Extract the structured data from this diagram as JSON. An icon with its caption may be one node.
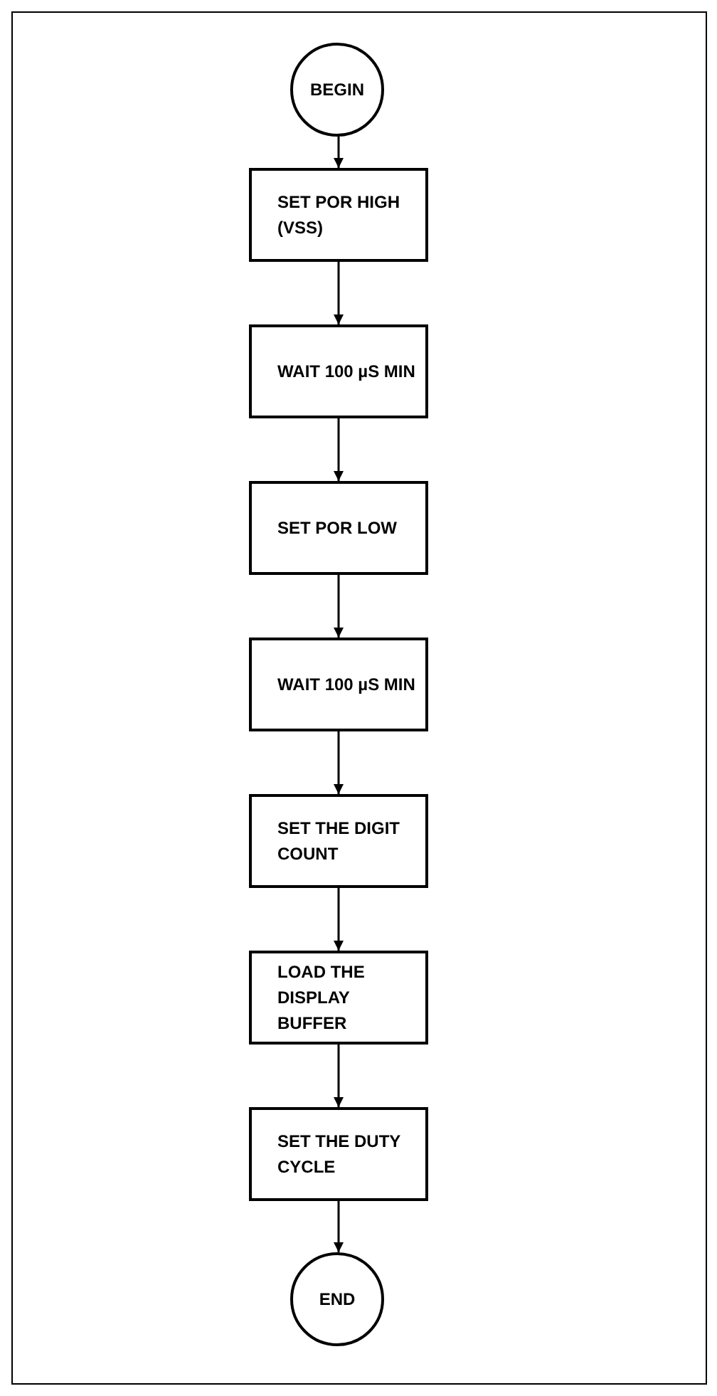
{
  "diagram": {
    "nodes": [
      {
        "text": [
          "BEGIN"
        ]
      },
      {
        "text": [
          "SET POR HIGH (VSS)"
        ]
      },
      {
        "text": [
          "WAIT 100 µS MIN"
        ]
      },
      {
        "text": [
          "SET POR LOW"
        ]
      },
      {
        "text": [
          "WAIT 100 µS MIN"
        ]
      },
      {
        "text": [
          "SET THE DIGIT COUNT"
        ]
      },
      {
        "text": [
          "LOAD THE DISPLAY BUFFER"
        ]
      },
      {
        "text": [
          "SET THE DUTY CYCLE"
        ]
      },
      {
        "text": [
          "END"
        ]
      }
    ],
    "edges": [
      {
        "from": 0,
        "to": 1,
        "arrow": "to"
      },
      {
        "from": 1,
        "to": 2,
        "arrow": "to"
      },
      {
        "from": 2,
        "to": 3,
        "arrow": "to"
      },
      {
        "from": 3,
        "to": 4,
        "arrow": "to"
      },
      {
        "from": 4,
        "to": 5,
        "arrow": "to"
      },
      {
        "from": 5,
        "to": 6,
        "arrow": "to"
      },
      {
        "from": 6,
        "to": 7,
        "arrow": "to"
      },
      {
        "from": 7,
        "to": 8,
        "arrow": "to"
      }
    ]
  }
}
